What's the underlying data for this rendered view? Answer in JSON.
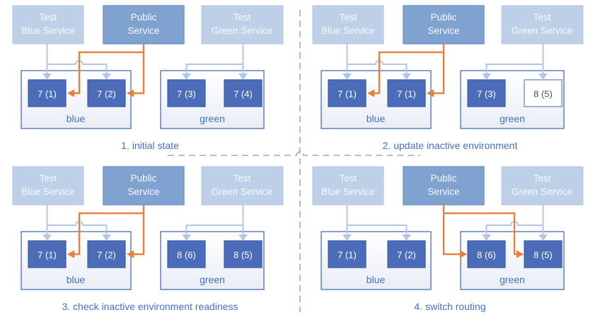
{
  "colors": {
    "accent_blue": "#4472c4",
    "test_service_fill": "#bdd0e8",
    "public_service_fill": "#7fa2d1",
    "pod_fill": "#4a6cb9",
    "pod_outline_border": "#8b9fcc",
    "light_arrow": "#b3c6e5",
    "orange_arrow": "#e5803e",
    "divider_gray": "#a8a8a8"
  },
  "panels": [
    {
      "caption": "1. initial state",
      "services": [
        {
          "line1": "Test",
          "line2": "Blue Service"
        },
        {
          "line1": "Public",
          "line2": "Service"
        },
        {
          "line1": "Test",
          "line2": "Green Service"
        }
      ],
      "environments": [
        {
          "name": "blue",
          "pods": [
            {
              "label": "7 (1)",
              "style": "filled"
            },
            {
              "label": "7 (2)",
              "style": "filled"
            }
          ]
        },
        {
          "name": "green",
          "pods": [
            {
              "label": "7 (3)",
              "style": "filled"
            },
            {
              "label": "7 (4)",
              "style": "filled"
            }
          ]
        }
      ],
      "public_service_routes_to": "blue"
    },
    {
      "caption": "2. update inactive environment",
      "services": [
        {
          "line1": "Test",
          "line2": "Blue Service"
        },
        {
          "line1": "Public",
          "line2": "Service"
        },
        {
          "line1": "Test",
          "line2": "Green Service"
        }
      ],
      "environments": [
        {
          "name": "blue",
          "pods": [
            {
              "label": "7 (1)",
              "style": "filled"
            },
            {
              "label": "7 (1)",
              "style": "filled"
            }
          ]
        },
        {
          "name": "green",
          "pods": [
            {
              "label": "7 (3)",
              "style": "filled"
            },
            {
              "label": "8 (5)",
              "style": "outline"
            }
          ]
        }
      ],
      "public_service_routes_to": "blue"
    },
    {
      "caption": "3. check inactive environment readiness",
      "services": [
        {
          "line1": "Test",
          "line2": "Blue Service"
        },
        {
          "line1": "Public",
          "line2": "Service"
        },
        {
          "line1": "Test",
          "line2": "Green Service"
        }
      ],
      "environments": [
        {
          "name": "blue",
          "pods": [
            {
              "label": "7 (1)",
              "style": "filled"
            },
            {
              "label": "7 (2)",
              "style": "filled"
            }
          ]
        },
        {
          "name": "green",
          "pods": [
            {
              "label": "8 (6)",
              "style": "filled"
            },
            {
              "label": "8 (5)",
              "style": "filled"
            }
          ]
        }
      ],
      "public_service_routes_to": "blue"
    },
    {
      "caption": "4. switch routing",
      "services": [
        {
          "line1": "Test",
          "line2": "Blue Service"
        },
        {
          "line1": "Public",
          "line2": "Service"
        },
        {
          "line1": "Test",
          "line2": "Green Service"
        }
      ],
      "environments": [
        {
          "name": "blue",
          "pods": [
            {
              "label": "7 (1)",
              "style": "filled"
            },
            {
              "label": "7 (2)",
              "style": "filled"
            }
          ]
        },
        {
          "name": "green",
          "pods": [
            {
              "label": "8 (6)",
              "style": "filled"
            },
            {
              "label": "8 (5)",
              "style": "filled"
            }
          ]
        }
      ],
      "public_service_routes_to": "green"
    }
  ]
}
